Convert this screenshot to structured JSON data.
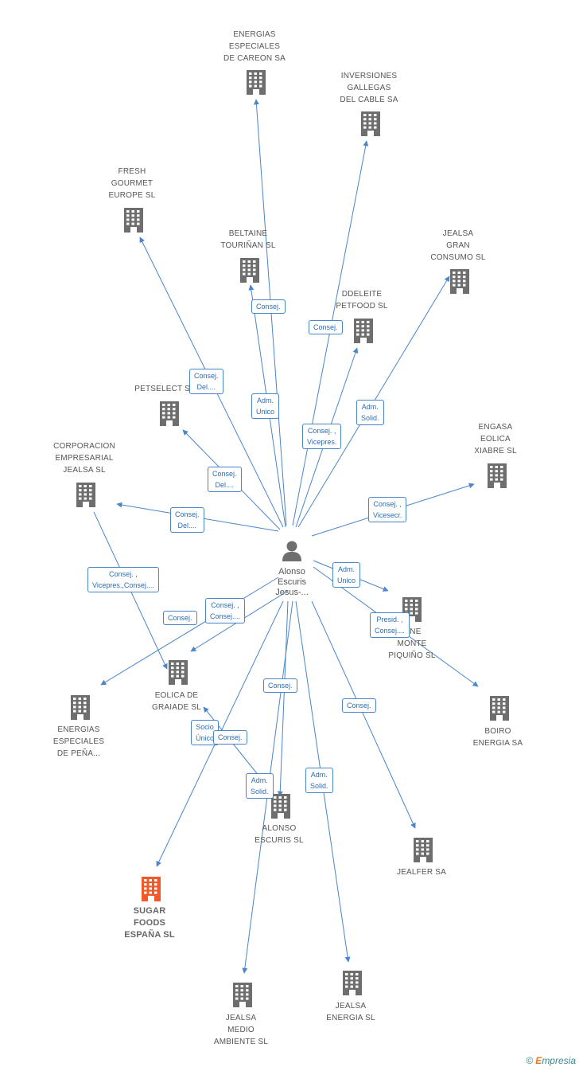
{
  "center": {
    "label_lines": [
      "Alonso",
      "Escuris",
      "Jesus-..."
    ]
  },
  "nodes": [
    {
      "id": "careon",
      "label_lines": [
        "ENERGIAS",
        "ESPECIALES",
        "DE CAREON SA"
      ]
    },
    {
      "id": "gallegas",
      "label_lines": [
        "INVERSIONES",
        "GALLEGAS",
        "DEL CABLE SA"
      ]
    },
    {
      "id": "fresh",
      "label_lines": [
        "FRESH",
        "GOURMET",
        "EUROPE SL"
      ]
    },
    {
      "id": "beltaine",
      "label_lines": [
        "BELTAINE",
        "TOURIÑAN SL"
      ]
    },
    {
      "id": "jgran",
      "label_lines": [
        "JEALSA",
        "GRAN",
        "CONSUMO SL"
      ]
    },
    {
      "id": "ddeleite",
      "label_lines": [
        "DDELEITE",
        "PETFOOD SL"
      ]
    },
    {
      "id": "petselect",
      "label_lines": [
        "PETSELECT SL"
      ]
    },
    {
      "id": "engasa",
      "label_lines": [
        "ENGASA",
        "EOLICA",
        "XIABRE SL"
      ]
    },
    {
      "id": "corporacion",
      "label_lines": [
        "CORPORACION",
        "EMPRESARIAL",
        "JEALSA SL"
      ]
    },
    {
      "id": "montepiquino",
      "label_lines": [
        "...NE",
        "MONTE",
        "PIQUIÑO SL"
      ]
    },
    {
      "id": "graiade",
      "label_lines": [
        "EOLICA DE",
        "GRAIADE SL"
      ]
    },
    {
      "id": "pena",
      "label_lines": [
        "ENERGIAS",
        "ESPECIALES",
        "DE PEÑA..."
      ]
    },
    {
      "id": "boiro",
      "label_lines": [
        "BOIRO",
        "ENERGIA SA"
      ]
    },
    {
      "id": "alonsosl",
      "label_lines": [
        "ALONSO",
        "ESCURIS SL"
      ]
    },
    {
      "id": "jealfer",
      "label_lines": [
        "JEALFER SA"
      ]
    },
    {
      "id": "sugar",
      "label_lines": [
        "SUGAR",
        "FOODS",
        "ESPAÑA SL"
      ],
      "highlight": true
    },
    {
      "id": "jmedio",
      "label_lines": [
        "JEALSA",
        "MEDIO",
        "AMBIENTE SL"
      ]
    },
    {
      "id": "jenergia",
      "label_lines": [
        "JEALSA",
        "ENERGIA SL"
      ]
    }
  ],
  "edge_labels": [
    {
      "lines": [
        "Consej."
      ]
    },
    {
      "lines": [
        "Consej."
      ]
    },
    {
      "lines": [
        "Consej.",
        "Del...."
      ]
    },
    {
      "lines": [
        "Adm.",
        "Unico"
      ]
    },
    {
      "lines": [
        "Adm.",
        "Solid."
      ]
    },
    {
      "lines": [
        "Consej. ,",
        "Vicepres."
      ]
    },
    {
      "lines": [
        "Consej.",
        "Del...."
      ]
    },
    {
      "lines": [
        "Consej. ,",
        "Vicesecr."
      ]
    },
    {
      "lines": [
        "Consej.",
        "Del...."
      ]
    },
    {
      "lines": [
        "Consej. ,",
        "Vicepres.,Consej...."
      ]
    },
    {
      "lines": [
        "Adm.",
        "Unico"
      ]
    },
    {
      "lines": [
        "Consej. ,",
        "Consej...."
      ]
    },
    {
      "lines": [
        "Consej."
      ]
    },
    {
      "lines": [
        "Presid. ,",
        "Consej...."
      ]
    },
    {
      "lines": [
        "Consej."
      ]
    },
    {
      "lines": [
        "Consej."
      ]
    },
    {
      "lines": [
        "Socio",
        "Único"
      ]
    },
    {
      "lines": [
        "Consej."
      ]
    },
    {
      "lines": [
        "Adm.",
        "Solid."
      ]
    },
    {
      "lines": [
        "Adm.",
        "Solid."
      ]
    }
  ],
  "colors": {
    "edge": "#4a86c8",
    "building": "#6e6e6e",
    "highlight": "#f05a28",
    "person": "#6e6e6e"
  },
  "icons": {
    "company": "building-icon",
    "person": "person-icon"
  },
  "brand": {
    "copyright": "©",
    "first": "E",
    "rest": "mpresia"
  }
}
